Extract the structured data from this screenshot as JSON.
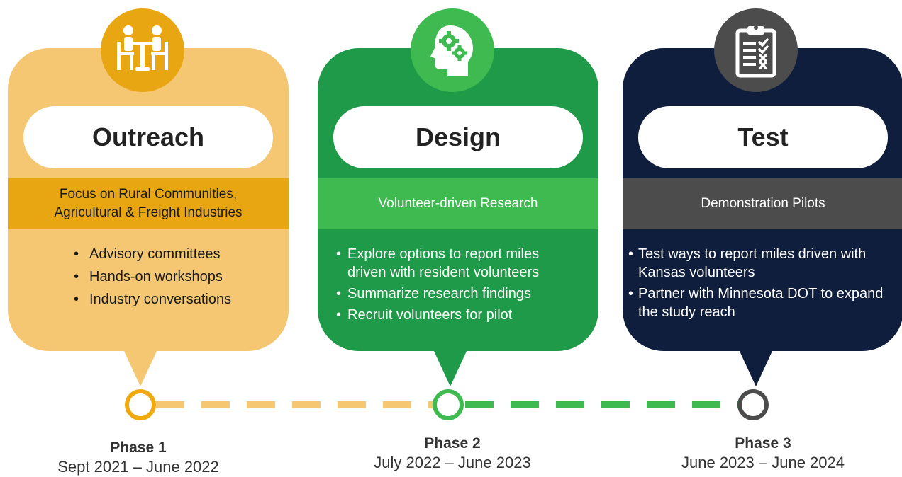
{
  "phases": [
    {
      "title": "Outreach",
      "band": [
        "Focus on Rural Communities,",
        "Agricultural & Freight Industries"
      ],
      "bullets": [
        "Advisory committees",
        "Hands-on workshops",
        "Industry conversations"
      ],
      "phase_label": "Phase 1",
      "dates": "Sept 2021 – June 2022",
      "icon": "meeting-icon",
      "color": "#f5c772"
    },
    {
      "title": "Design",
      "band": [
        "Volunteer-driven Research"
      ],
      "bullets": [
        "Explore options to report miles driven with resident volunteers",
        "Summarize research findings",
        "Recruit volunteers for pilot"
      ],
      "phase_label": "Phase 2",
      "dates": "July 2022 – June 2023",
      "icon": "head-gears-icon",
      "color": "#1e9a48"
    },
    {
      "title": "Test",
      "band": [
        "Demonstration Pilots"
      ],
      "bullets": [
        "Test ways to report miles driven with Kansas volunteers",
        "Partner with Minnesota DOT to expand the study reach"
      ],
      "phase_label": "Phase 3",
      "dates": "June 2023 – June 2024",
      "icon": "clipboard-checklist-icon",
      "color": "#0f1e3c"
    }
  ]
}
